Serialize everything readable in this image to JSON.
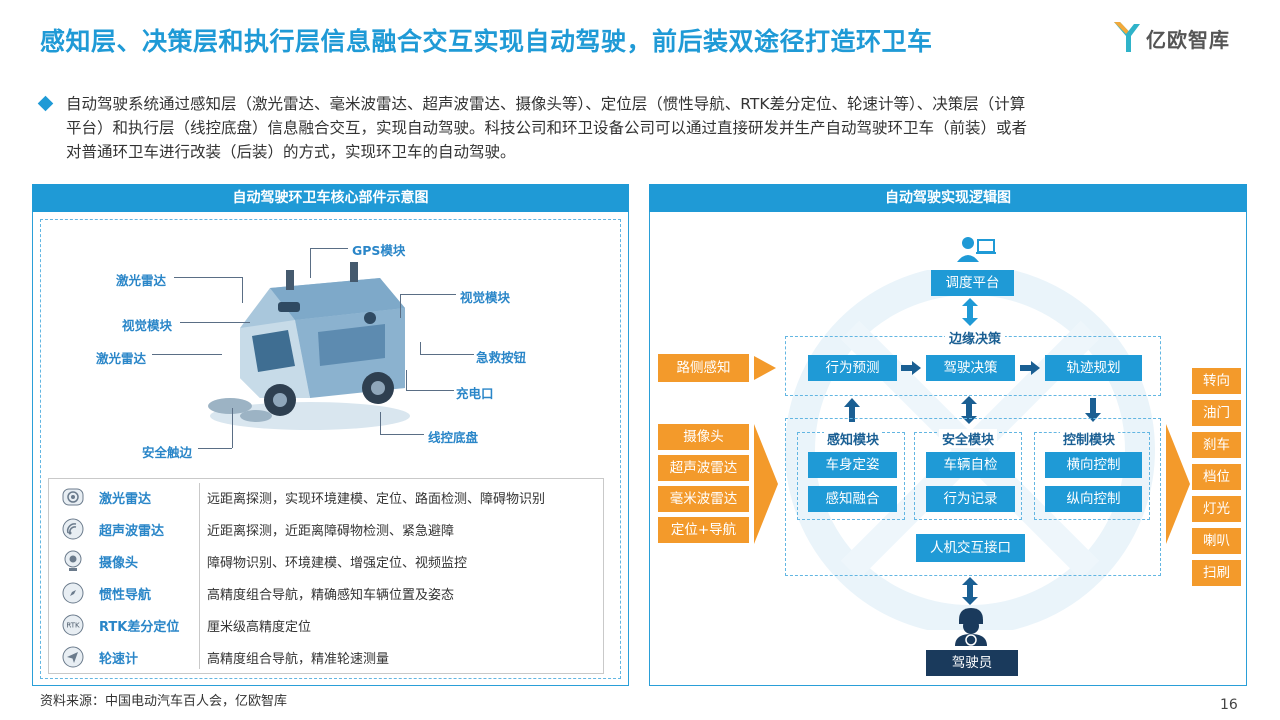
{
  "header": {
    "title": "感知层、决策层和执行层信息融合交互实现自动驾驶，前后装双途径打造环卫车",
    "logo_text": "亿欧智库"
  },
  "intro": {
    "lines": [
      "自动驾驶系统通过感知层（激光雷达、毫米波雷达、超声波雷达、摄像头等）、定位层（惯性导航、RTK差分定位、轮速计等）、决策层（计算",
      "平台）和执行层（线控底盘）信息融合交互，实现自动驾驶。科技公司和环卫设备公司可以通过直接研发并生产自动驾驶环卫车（前装）或者",
      "对普通环卫车进行改装（后装）的方式，实现环卫车的自动驾驶。"
    ]
  },
  "left_panel": {
    "title": "自动驾驶环卫车核心部件示意图",
    "callouts": {
      "gps": "GPS模块",
      "lidar_top": "激光雷达",
      "vision_left": "视觉模块",
      "lidar_left": "激光雷达",
      "safety_edge": "安全触边",
      "vision_right": "视觉模块",
      "emergency": "急救按钮",
      "charge": "充电口",
      "chassis": "线控底盘"
    },
    "table": [
      {
        "icon": "lidar-icon",
        "name": "激光雷达",
        "desc": "远距离探测，实现环境建模、定位、路面检测、障碍物识别"
      },
      {
        "icon": "ultrasonic-icon",
        "name": "超声波雷达",
        "desc": "近距离探测，近距离障碍物检测、紧急避障"
      },
      {
        "icon": "camera-icon",
        "name": "摄像头",
        "desc": "障碍物识别、环境建模、增强定位、视频监控"
      },
      {
        "icon": "compass-icon",
        "name": "惯性导航",
        "desc": "高精度组合导航，精确感知车辆位置及姿态"
      },
      {
        "icon": "rtk-icon",
        "name": "RTK差分定位",
        "desc": "厘米级高精度定位"
      },
      {
        "icon": "navigation-icon",
        "name": "轮速计",
        "desc": "高精度组合导航，精准轮速测量"
      }
    ],
    "rtk_icon_text": "RTK"
  },
  "right_panel": {
    "title": "自动驾驶实现逻辑图",
    "dispatch": "调度平台",
    "edge_title": "边缘决策",
    "edge_boxes": [
      "行为预测",
      "驾驶决策",
      "轨迹规划"
    ],
    "roadside": "路侧感知",
    "inputs": [
      "摄像头",
      "超声波雷达",
      "毫米波雷达",
      "定位+导航"
    ],
    "modules": [
      {
        "title": "感知模块",
        "items": [
          "车身定姿",
          "感知融合"
        ]
      },
      {
        "title": "安全模块",
        "items": [
          "车辆自检",
          "行为记录"
        ]
      },
      {
        "title": "控制模块",
        "items": [
          "横向控制",
          "纵向控制"
        ]
      }
    ],
    "hmi": "人机交互接口",
    "driver": "驾驶员",
    "outputs": [
      "转向",
      "油门",
      "刹车",
      "档位",
      "灯光",
      "喇叭",
      "扫刷"
    ]
  },
  "footer": {
    "source": "资料来源：中国电动汽车百人会，亿欧智库",
    "page": "16"
  },
  "colors": {
    "primary_blue": "#1f9ad6",
    "orange": "#f39a2b",
    "dark_navy": "#1a3a5c"
  }
}
